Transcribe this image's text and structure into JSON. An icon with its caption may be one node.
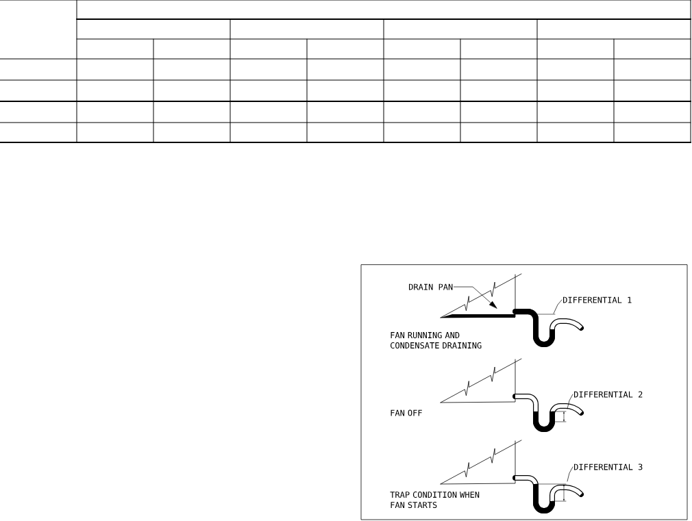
{
  "diagram": {
    "nodes": [
      {
        "text": [
          "DRAIN PAN"
        ]
      },
      {
        "text": [
          "DIFFERENTIAL 1"
        ]
      },
      {
        "text": [
          "DIFFERENTIAL 2"
        ]
      },
      {
        "text": [
          "DIFFERENTIAL 3"
        ]
      }
    ],
    "edges": [
      {
        "from": 0,
        "to": null,
        "arrow": "to"
      },
      {
        "from": 1,
        "to": null,
        "arrow": "none"
      },
      {
        "from": 2,
        "to": null,
        "arrow": "none"
      },
      {
        "from": 3,
        "to": null,
        "arrow": "none"
      }
    ],
    "labels": [
      "FAN RUNNING AND CONDENSATE DRAINING",
      "FAN OFF",
      "TRAP CONDITION WHEN FAN STARTS"
    ]
  }
}
